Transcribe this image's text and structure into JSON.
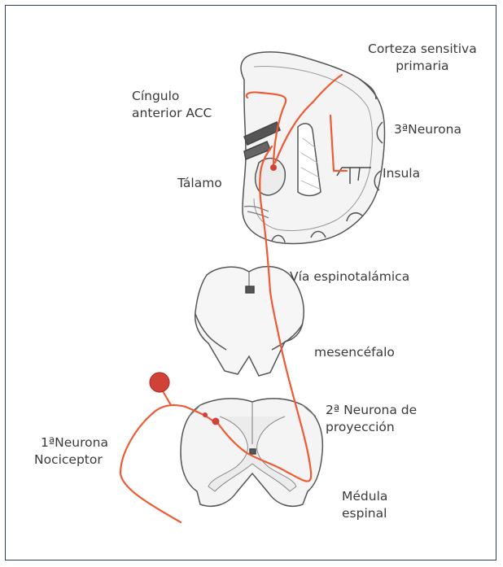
{
  "labels": {
    "cortex_line1": "Corteza sensitiva",
    "cortex_line2": "primaria",
    "acc_line1": "Cíngulo",
    "acc_line2": "anterior ACC",
    "third_neuron": "3ªNeurona",
    "insula": "Insula",
    "thalamus": "Tálamo",
    "spinothalamic": "Vía espinotalámica",
    "midbrain": "mesencéfalo",
    "second_neuron_line1": "2ª Neurona de",
    "second_neuron_line2": "proyección",
    "first_neuron_line1": "1ªNeurona",
    "first_neuron_line2": "Nociceptor",
    "cord_line1": "Médula",
    "cord_line2": "espinal"
  },
  "colors": {
    "frame": "#2b3f5c",
    "pathway": "#ee5a33",
    "receptor": "#d04238",
    "tissue_outline": "#555555",
    "tissue_fill": "#f3f3f3"
  }
}
